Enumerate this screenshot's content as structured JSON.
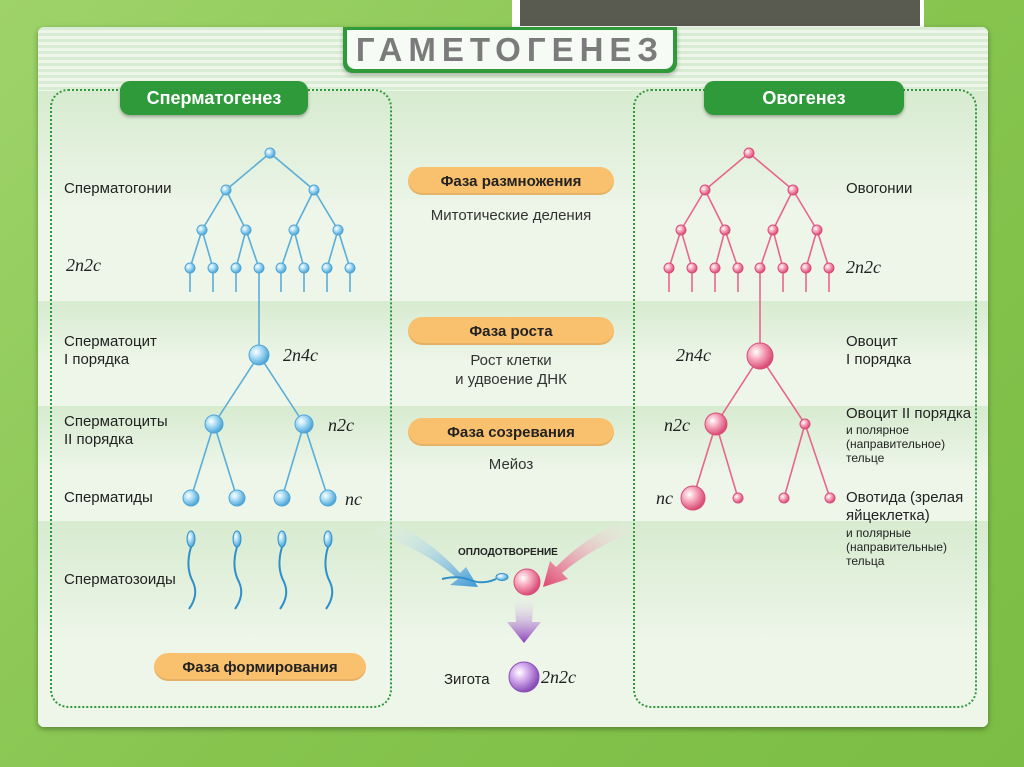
{
  "title": "ГАМЕТОГЕНЕЗ",
  "spermatogenesis": {
    "header": "Сперматогенез",
    "stages": {
      "spermatogonia": "Сперматогонии",
      "spermatocyte1": "Сперматоцит\nI порядка",
      "spermatocytes2": "Сперматоциты\nII порядка",
      "spermatids": "Сперматиды",
      "spermatozoa": "Сперматозоиды"
    },
    "formulas": {
      "spermatogonia": "2n2c",
      "spermatocyte1": "2n4c",
      "spermatocytes2": "n2c",
      "spermatids": "nc"
    }
  },
  "oogenesis": {
    "header": "Овогенез",
    "stages": {
      "oogonia": "Овогонии",
      "oocyte1": "Овоцит\nI порядка",
      "oocyte2": "Овоцит II порядка",
      "oocyte2_note": "и полярное\n(направительное)\nтельце",
      "ootid": "Овотида (зрелая\nяйцеклетка)",
      "ootid_note": "и полярные\n(направительные)\nтельца"
    },
    "formulas": {
      "oogonia": "2n2c",
      "oocyte1": "2n4c",
      "oocyte2": "n2c",
      "ootid": "nc"
    }
  },
  "phases": {
    "reproduction": {
      "label": "Фаза размножения",
      "description": "Митотические деления"
    },
    "growth": {
      "label": "Фаза роста",
      "description": "Рост клетки\nи удвоение ДНК"
    },
    "maturation": {
      "label": "Фаза созревания",
      "description": "Мейоз"
    },
    "formation": {
      "label": "Фаза формирования"
    }
  },
  "fertilization": {
    "label": "ОПЛОДОТВОРЕНИЕ",
    "zygote_label": "Зигота",
    "zygote_formula": "2n2c"
  },
  "colors": {
    "green": "#2e9a3a",
    "male_cell": "#7cc3e8",
    "female_cell": "#f07a9a",
    "zygote": "#b57dd6",
    "phase_badge": "#f9c06e"
  }
}
